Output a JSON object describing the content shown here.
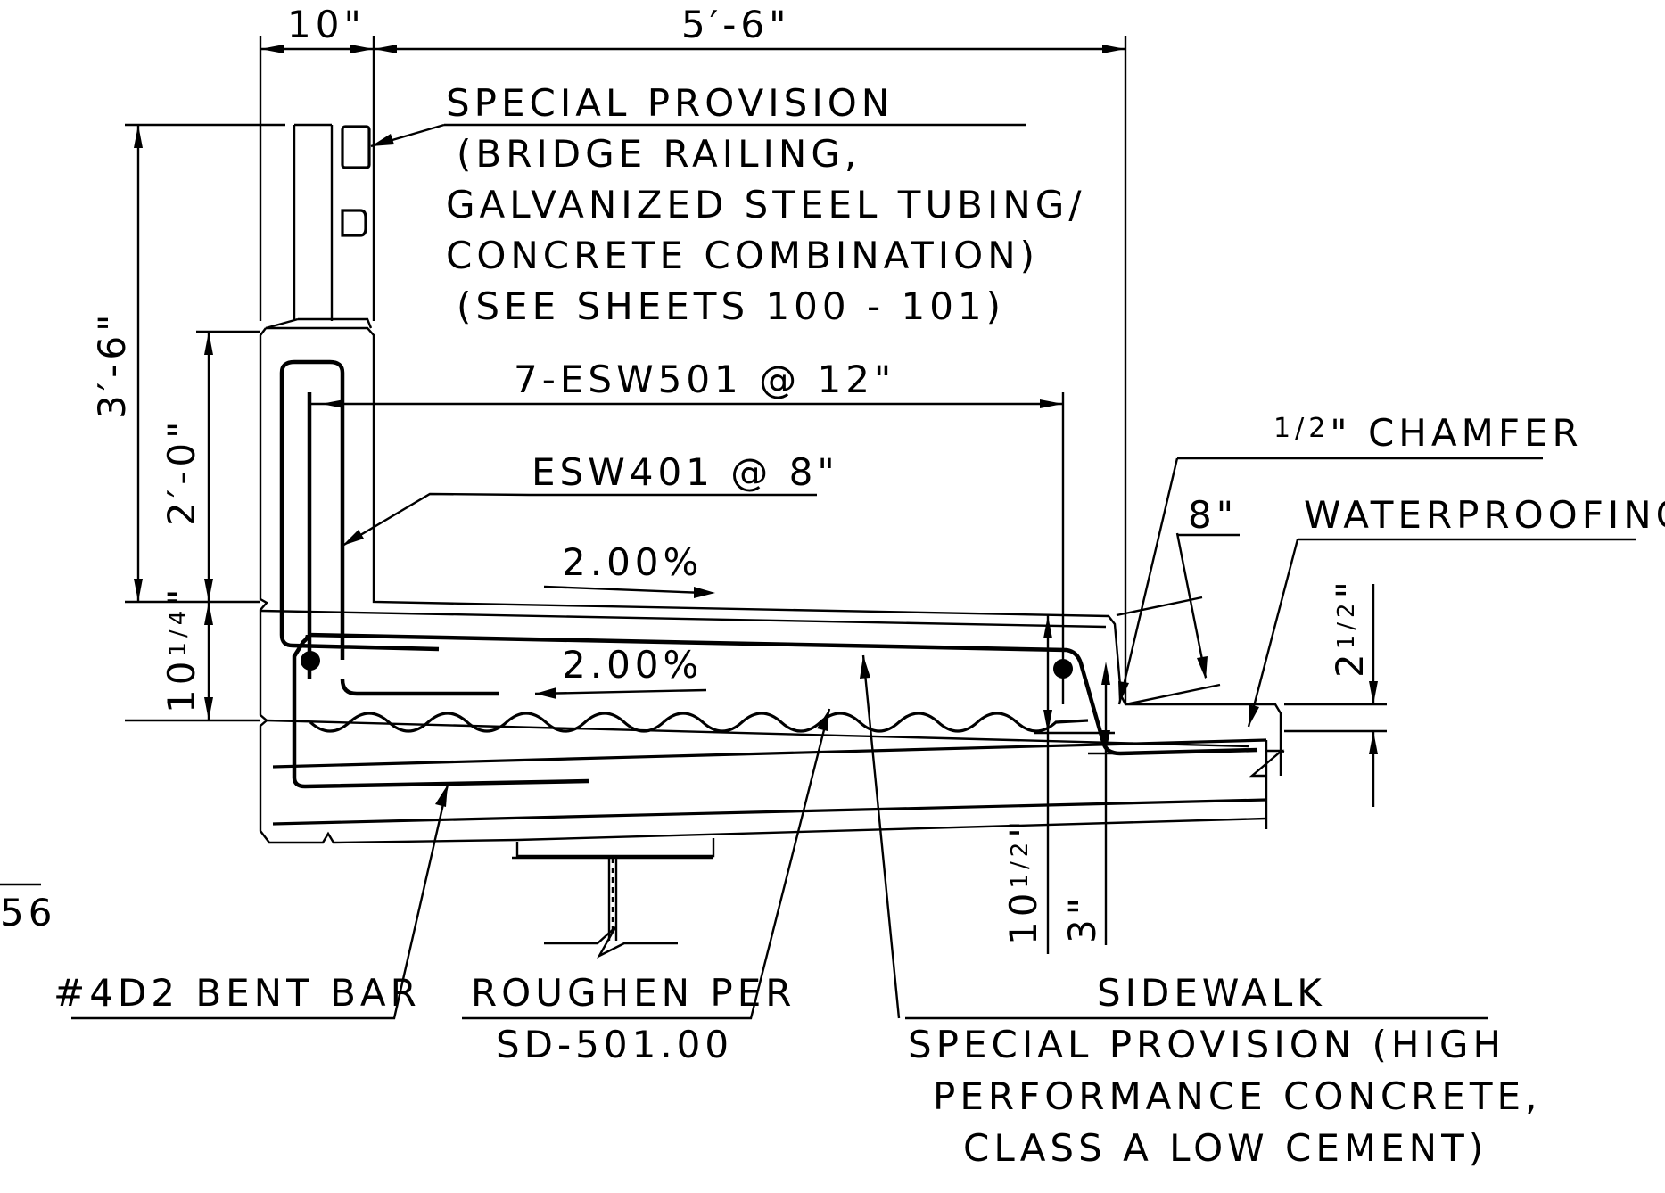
{
  "dimensions": {
    "railing_width": "10\"",
    "sidewalk_width": "5′-6\"",
    "total_height": "3′-6\"",
    "parapet_height": "2′-0\"",
    "slab_depth_left": "10",
    "slab_depth_left_frac": "1/4",
    "slab_depth_right": "10",
    "slab_depth_right_frac": "1/2",
    "curb_offset": "3\"",
    "curb_height": "2",
    "curb_height_frac": "1/2",
    "chamfer_offset": "8\""
  },
  "labels": {
    "special_provision_railing": [
      "SPECIAL PROVISION",
      "(BRIDGE RAILING,",
      "GALVANIZED STEEL TUBING/",
      "CONCRETE COMBINATION)",
      "(SEE SHEETS 100 - 101)"
    ],
    "esw501": "7-ESW501 @ 12\"",
    "esw401": "ESW401 @ 8\"",
    "slope_top": "2.00%",
    "slope_bottom": "2.00%",
    "chamfer_frac": "1/2",
    "chamfer": "\" CHAMFER",
    "waterproofing": "WATERPROOFING",
    "bent_bar": "#4D2 BENT BAR",
    "roughen": [
      "ROUGHEN PER",
      "SD-501.00"
    ],
    "sidewalk": [
      "SIDEWALK",
      "SPECIAL PROVISION (HIGH",
      "PERFORMANCE CONCRETE,",
      "CLASS A LOW CEMENT)"
    ],
    "edge_fragment": "56"
  }
}
